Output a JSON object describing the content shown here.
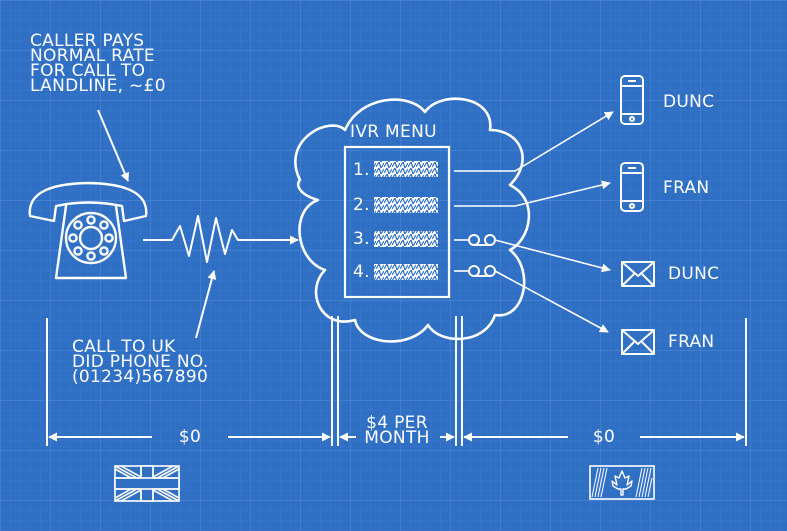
{
  "colors": {
    "background": "#2f6fc4",
    "grid_fine": "#3f7cd0",
    "grid_major": "#5088d4",
    "ink": "#ffffff"
  },
  "caller_note": {
    "line1": "CALLER PAYS",
    "line2": "NORMAL RATE",
    "line3": "FOR CALL TO",
    "line4": "LANDLINE, ~£0"
  },
  "did_note": {
    "line1": "CALL TO UK",
    "line2": "DID PHONE NO.",
    "line3": "(01234)567890"
  },
  "ivr": {
    "title": "IVR MENU",
    "options": [
      "1.",
      "2.",
      "3.",
      "4."
    ]
  },
  "destinations": [
    {
      "label": "DUNC",
      "icon": "mobile-phone-icon"
    },
    {
      "label": "FRAN",
      "icon": "mobile-phone-icon"
    },
    {
      "label": "DUNC",
      "icon": "envelope-icon"
    },
    {
      "label": "FRAN",
      "icon": "envelope-icon"
    }
  ],
  "costs": {
    "left": "$0",
    "middle_line1": "$4 PER",
    "middle_line2": "MONTH",
    "right": "$0"
  },
  "flags": [
    "uk-flag-icon",
    "canada-flag-icon"
  ]
}
